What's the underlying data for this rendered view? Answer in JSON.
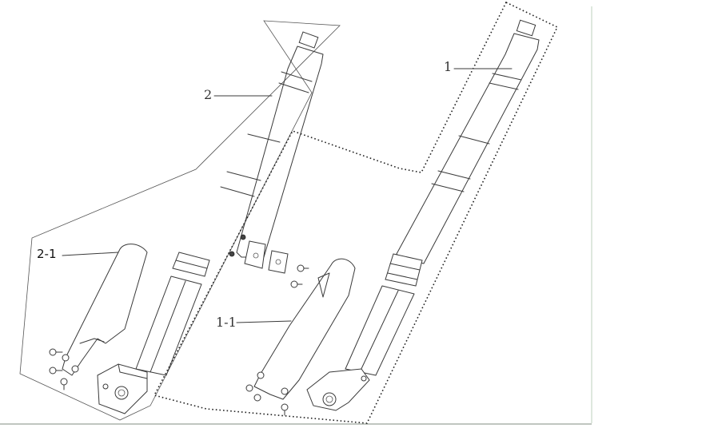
{
  "labels": {
    "part_1": "1",
    "part_1_1": "1-1",
    "part_2": "2",
    "part_2_1": "2-1"
  },
  "colors": {
    "line": "#3a3a3a",
    "frame_right_border": "#c9d9c9",
    "bottom_rule": "#9aa59a"
  }
}
